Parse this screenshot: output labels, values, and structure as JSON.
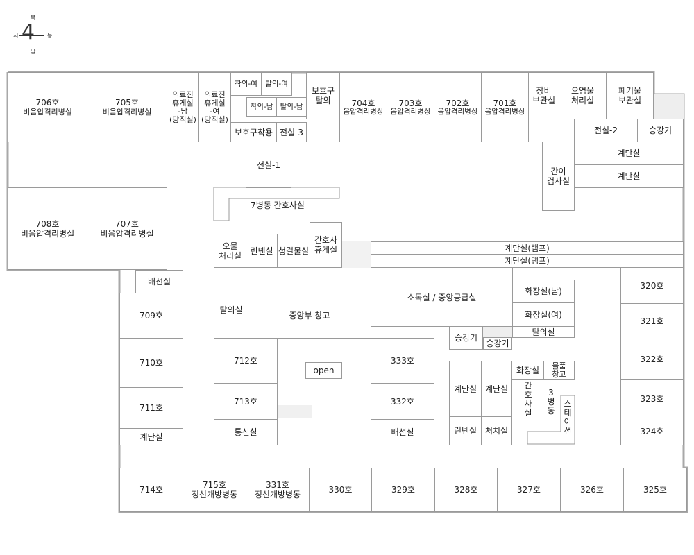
{
  "compass": {
    "north": "북",
    "south": "남",
    "east": "동",
    "west": "서",
    "floor": "4"
  },
  "rooms": {
    "r706": {
      "name": "706호",
      "type": "비음압격리병실"
    },
    "r705": {
      "name": "705호",
      "type": "비음압격리병실"
    },
    "r708": {
      "name": "708호",
      "type": "비음압격리병실"
    },
    "r707": {
      "name": "707호",
      "type": "비음압격리병실"
    },
    "rest_m": "의료진\n휴게실\n-남\n(당직실)",
    "rest_f": "의료진\n휴게실\n-여\n(당직실)",
    "change_f": "착의-여",
    "undress_f": "탈의-여",
    "change_m": "착의-남",
    "undress_m": "탈의-남",
    "protective_use": "보호구착용",
    "anteroom3": "전실-3",
    "protective_undress": "보호구\n탈의",
    "r704": {
      "name": "704호",
      "type": "음압격리병상"
    },
    "r703": {
      "name": "703호",
      "type": "음압격리병상"
    },
    "r702": {
      "name": "702호",
      "type": "음압격리병상"
    },
    "r701": {
      "name": "701호",
      "type": "음압격리병상"
    },
    "equip_storage": "장비\n보관실",
    "contaminant": "오염물\n처리실",
    "waste_storage": "폐기물\n보관실",
    "anteroom2": "전실-2",
    "elevator_top": "승강기",
    "anteroom1": "전실-1",
    "simple_test": "간이\n검사실",
    "stairs_a": "계단실",
    "stairs_b": "계단실",
    "nurse_station7": "7병동 간호사실",
    "soiled": "오물\n처리실",
    "linen": "린넨실",
    "clean_supply": "청결물실",
    "nurse_rest": "간호사\n휴게실",
    "ramp1": "계단실(램프)",
    "ramp2": "계단실(램프)",
    "distribution": "배선실",
    "r709": "709호",
    "r710": "710호",
    "r711": "711호",
    "stairs_left": "계단실",
    "undress_mid": "탈의실",
    "central_storage": "중앙부 창고",
    "sterile": "소독실 / 중앙공급실",
    "toilet_m": "화장실(남)",
    "toilet_f": "화장실(여)",
    "undress_right": "탈의실",
    "r320": "320호",
    "r321": "321호",
    "r322": "322호",
    "r323": "323호",
    "r324": "324호",
    "elevator_mid1": "승강기",
    "elevator_mid2": "승강기",
    "r712": "712호",
    "r713": "713호",
    "comm": "통신실",
    "open": "open",
    "r333": "333호",
    "r332": "332호",
    "distribution2": "배선실",
    "stairs_c": "계단실",
    "stairs_d": "계단실",
    "linen2": "린넨실",
    "treatment": "처치실",
    "toilet": "화장실",
    "supplies": "물품\n창고",
    "nurse_station3": "간\n호\n사\n실",
    "ward3": "3\n병\n동",
    "station": "스\n테\n이\n션",
    "r714": "714호",
    "r715": {
      "name": "715호",
      "type": "정신개방병동"
    },
    "r331": {
      "name": "331호",
      "type": "정신개방병동"
    },
    "r330": "330호",
    "r329": "329호",
    "r328": "328호",
    "r327": "327호",
    "r326": "326호",
    "r325": "325호"
  }
}
